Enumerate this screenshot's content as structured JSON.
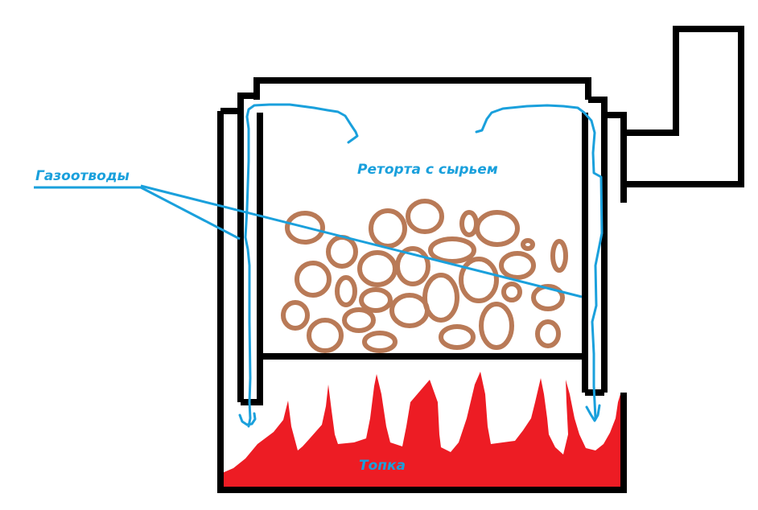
{
  "diagram": {
    "labels": {
      "gas_outlets": "Газоотводы",
      "retort": "Реторта с сырьем",
      "firebox": "Топка"
    },
    "colors": {
      "outline": "#000000",
      "gas_flow": "#1aa0dc",
      "raw_material": "#b97a57",
      "fire": "#ed1c24",
      "label": "#1aa0dc"
    }
  }
}
